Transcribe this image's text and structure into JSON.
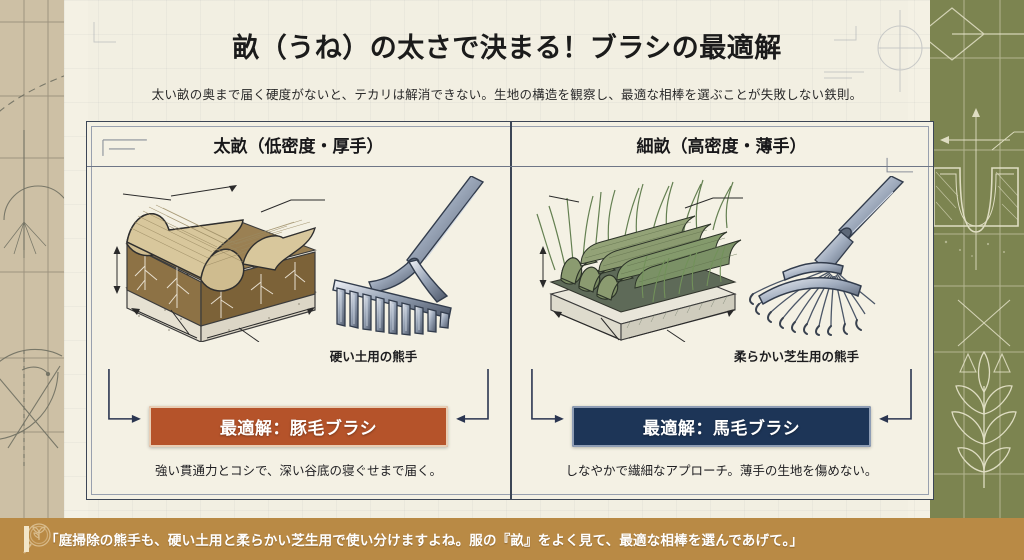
{
  "header": {
    "title": "畝（うね）の太さで決まる！ブラシの最適解",
    "subtitle": "太い畝の奥まで届く硬度がないと、テカリは解消できない。生地の構造を観察し、最適な相棒を選ぶことが失敗しない鉄則。"
  },
  "panels": [
    {
      "id": "thick-wale",
      "heading": "太畝（低密度・厚手）",
      "fabric_illustration": "thick-corduroy-ridge-cross-section-icon",
      "tool_illustration": "stiff-soil-rake-icon",
      "tool_label": "硬い土用の熊手",
      "banner_label": "最適解：豚毛ブラシ",
      "banner_color": "#b5532a",
      "caption": "強い貫通力とコシで、深い谷底の寝ぐせまで届く。"
    },
    {
      "id": "fine-wale",
      "heading": "細畝（高密度・薄手）",
      "fabric_illustration": "fine-corduroy-grass-ridge-cross-section-icon",
      "tool_illustration": "fan-leaf-rake-icon",
      "tool_label": "柔らかい芝生用の熊手",
      "banner_label": "最適解：馬毛ブラシ",
      "banner_color": "#1d3557",
      "caption": "しなやかで繊細なアプローチ。薄手の生地を傷めない。"
    }
  ],
  "footer": {
    "quote": "「庭掃除の熊手も、硬い土用と柔らかい芝生用で使い分けますよね。服の『畝』をよく見て、最適な相棒を選んであげて。」",
    "seal_icon": "magnifier-plant-seal-icon",
    "bar_color": "#b98a45"
  },
  "decor": {
    "left_band_color": "#cdc0a5",
    "right_band_color": "#7c8450",
    "paper_color": "#f4f1e4",
    "frame_line_color": "#3c4656",
    "left_band_icon": "blueprint-arcs-icon",
    "right_band_icon": "groove-section-and-leaf-icon"
  }
}
